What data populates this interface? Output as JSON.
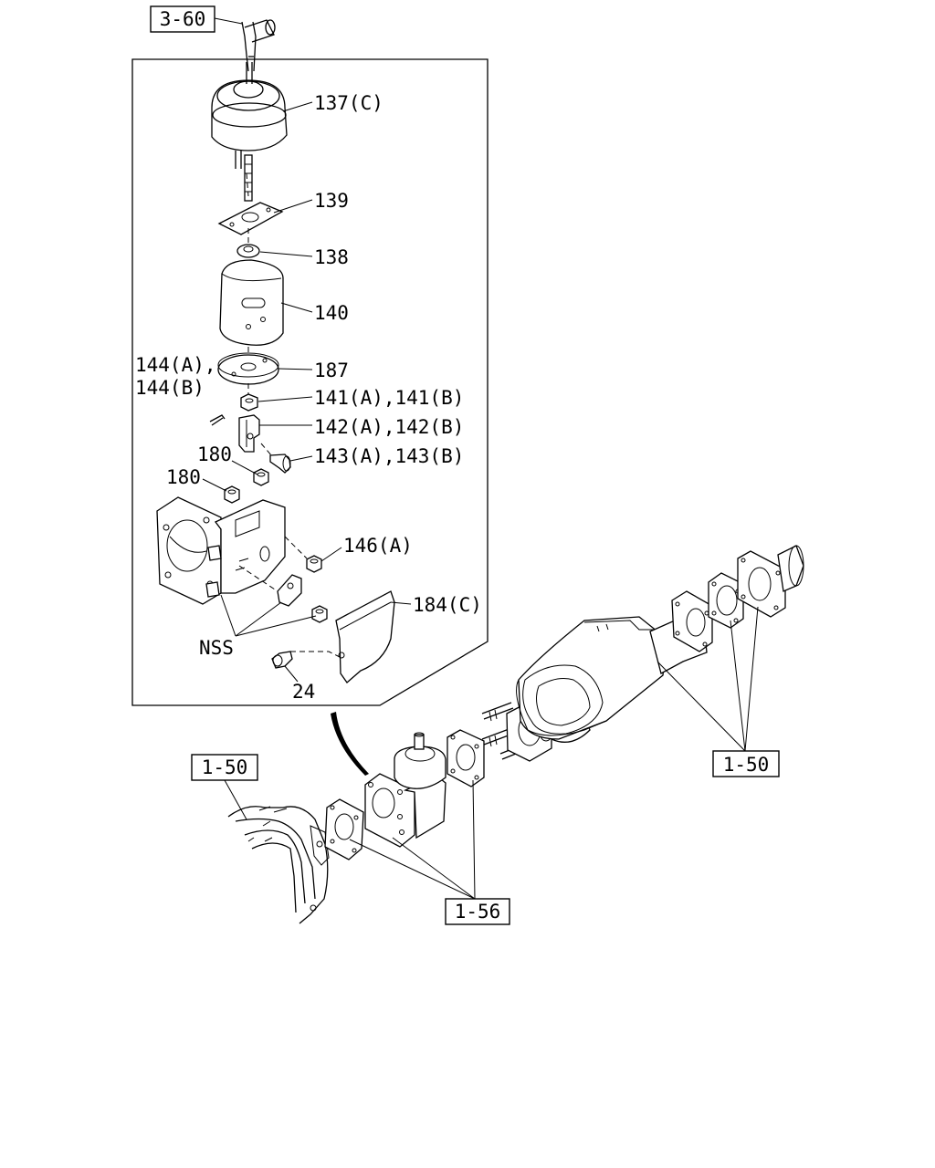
{
  "refs": {
    "r360": "3-60",
    "r150_left": "1-50",
    "r150_right": "1-50",
    "r156": "1-56"
  },
  "labels": {
    "p137": "137(C)",
    "p139": "139",
    "p138": "138",
    "p140": "140",
    "p187": "187",
    "p144a": "144(A),",
    "p144b": "144(B)",
    "p141": "141(A),141(B)",
    "p142": "142(A),142(B)",
    "p143": "143(A),143(B)",
    "p180a": "180",
    "p180b": "180",
    "p146": "146(A)",
    "p184": "184(C)",
    "nss": "NSS",
    "p24": "24"
  },
  "colors": {
    "line": "#000000",
    "background": "#ffffff"
  }
}
